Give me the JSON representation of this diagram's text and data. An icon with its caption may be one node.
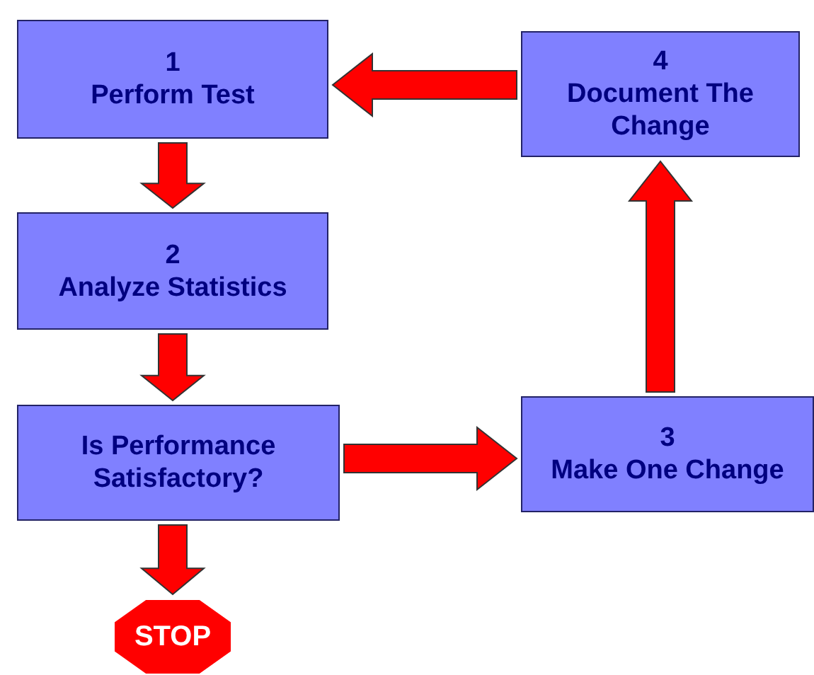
{
  "diagram": {
    "nodes": [
      {
        "text": [
          "1",
          "Perform Test"
        ]
      },
      {
        "text": [
          "2",
          "Analyze Statistics"
        ]
      },
      {
        "text": [
          "Is Performance Satisfactory?"
        ]
      },
      {
        "text": [
          "STOP"
        ]
      },
      {
        "text": [
          "3",
          "Make One Change"
        ]
      },
      {
        "text": [
          "4",
          "Document The Change"
        ]
      }
    ],
    "edges": [
      {
        "from": 0,
        "to": 1,
        "arrow": "to"
      },
      {
        "from": 1,
        "to": 2,
        "arrow": "to"
      },
      {
        "from": 2,
        "to": 3,
        "arrow": "to"
      },
      {
        "from": 2,
        "to": 4,
        "arrow": "to"
      },
      {
        "from": 4,
        "to": 5,
        "arrow": "to"
      },
      {
        "from": 5,
        "to": 0,
        "arrow": "to"
      }
    ]
  }
}
